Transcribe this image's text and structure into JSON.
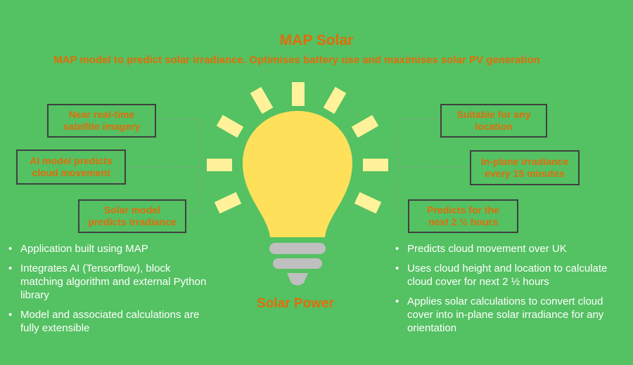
{
  "header": {
    "title": "MAP Solar",
    "subtitle": "MAP model to predict solar irradiance. Optimises battery use and maximises solar PV generation"
  },
  "left_boxes": [
    "Near real-time\nsatellite imagery",
    "AI model predicts\ncloud movement",
    "Solar model\npredicts irradiance"
  ],
  "right_boxes": [
    "Suitable for any\nlocation",
    "In-plane irradiance\nevery 15 minutes",
    "Predicts for the\nnext 2 ½ hours"
  ],
  "left_bullets": [
    "Application built using MAP",
    "Integrates AI (Tensorflow), block matching algorithm and external Python library",
    "Model and associated calculations are fully extensible"
  ],
  "right_bullets": [
    "Predicts cloud movement over UK",
    "Uses cloud height and location to calculate cloud cover for next 2 ½ hours",
    "Applies solar calculations to convert cloud cover into in-plane solar irradiance for any orientation"
  ],
  "caption": "Solar Power",
  "colors": {
    "background": "#54c162",
    "accent": "#e36c09",
    "bulb": "#ffe05a",
    "rays": "#fff29a",
    "base": "#bfbfbf"
  }
}
